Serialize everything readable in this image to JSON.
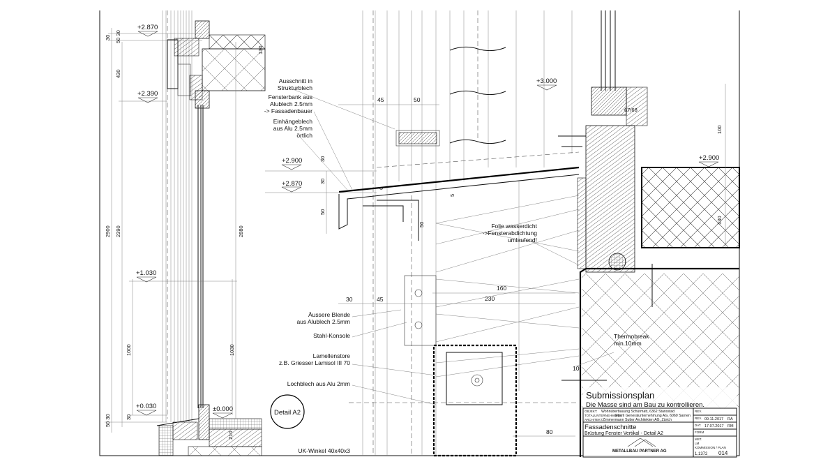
{
  "drawing": {
    "detail_label": "Detail A2",
    "levels": {
      "l2870_left": "+2.870",
      "l2390": "+2.390",
      "l1030": "+1.030",
      "l0030": "+0.030",
      "l0000": "±0.000",
      "l2900_mid": "+2.900",
      "l2870_mid": "+2.870",
      "l3000": "+3.000",
      "l2900_right": "+2.900"
    },
    "dimensions": {
      "d30_top": "30",
      "d50_30_top": "50 30",
      "d430": "430",
      "d2900": "2900",
      "d2390": "2390",
      "d1000": "1000",
      "d2880": "2880",
      "d1030": "1030",
      "d130_left": "130",
      "d210": "210",
      "d50_30_bottom": "50 30",
      "d30_bottom": "30",
      "d45_top": "45",
      "d50_top": "50",
      "d30_a": "30",
      "d30_b": "30",
      "d50_c": "50",
      "d6": "6",
      "d5": "5",
      "d50_console": "50",
      "d30_bot": "30",
      "d45_bot": "45",
      "d160": "160",
      "d230": "230",
      "d80": "80",
      "d10": "10",
      "d6768": "67/68",
      "d100": "100",
      "d130_right": "130"
    },
    "annotations": [
      [
        "Ausschnitt in",
        "Strukturblech"
      ],
      [
        "Fensterbank aus",
        "Alublech 2.5mm",
        "-> Fassadenbauer"
      ],
      [
        "Einhängeblech",
        "aus Alu 2.5mm",
        "örtlich"
      ],
      [
        "Äussere Blende",
        "aus Alublech 2.5mm"
      ],
      [
        "Stahl-Konsole"
      ],
      [
        "Lamellenstore",
        "z.B. Griesser Lamisol III 70"
      ],
      [
        "Lochblech aus Alu 2mm"
      ],
      [
        "UK-Winkel 40x40x3"
      ],
      [
        "Folie wasserdicht",
        "->Fensterabdichtung",
        "umlaufend!"
      ],
      [
        "Thermobreak",
        "min.10mm"
      ]
    ]
  },
  "title_block": {
    "title": "Submissionsplan",
    "subtitle": "Die Masse sind am Bau zu kontrollieren.",
    "objekt_label": "OBJEKT:",
    "objekt": "Wohnüberbauung Schürmatt, 6362 Stansstad",
    "tu_label": "TOTALUNTERNEHMUNG:",
    "tu": "Eberli Generalunternehmung AG, 6060 Sarnen",
    "architekt_label": "ARCHITEKT:",
    "architekt": "Zimmermann Sutter Architekten AG, Zürich",
    "plan_title": "Fassadenschnitte",
    "plan_subtitle": "Brüstung Fenster Vertikal - Detail A2",
    "rev1_label": "REV.",
    "rev2_label": "REV.",
    "rev2_date": "09.11.2017",
    "rev2_by": "RA",
    "dat_label": "DAT.",
    "dat_date": "17.07.2017",
    "dat_by": "RM",
    "form_label": "FORM",
    "mst_label": "MST.",
    "lm_label": "LM",
    "kommission_label": "KOMMISSION / PLAN",
    "kommission": "1.1372",
    "plan_no": "014",
    "company_logo": "METALLBAU PARTNER AG"
  }
}
